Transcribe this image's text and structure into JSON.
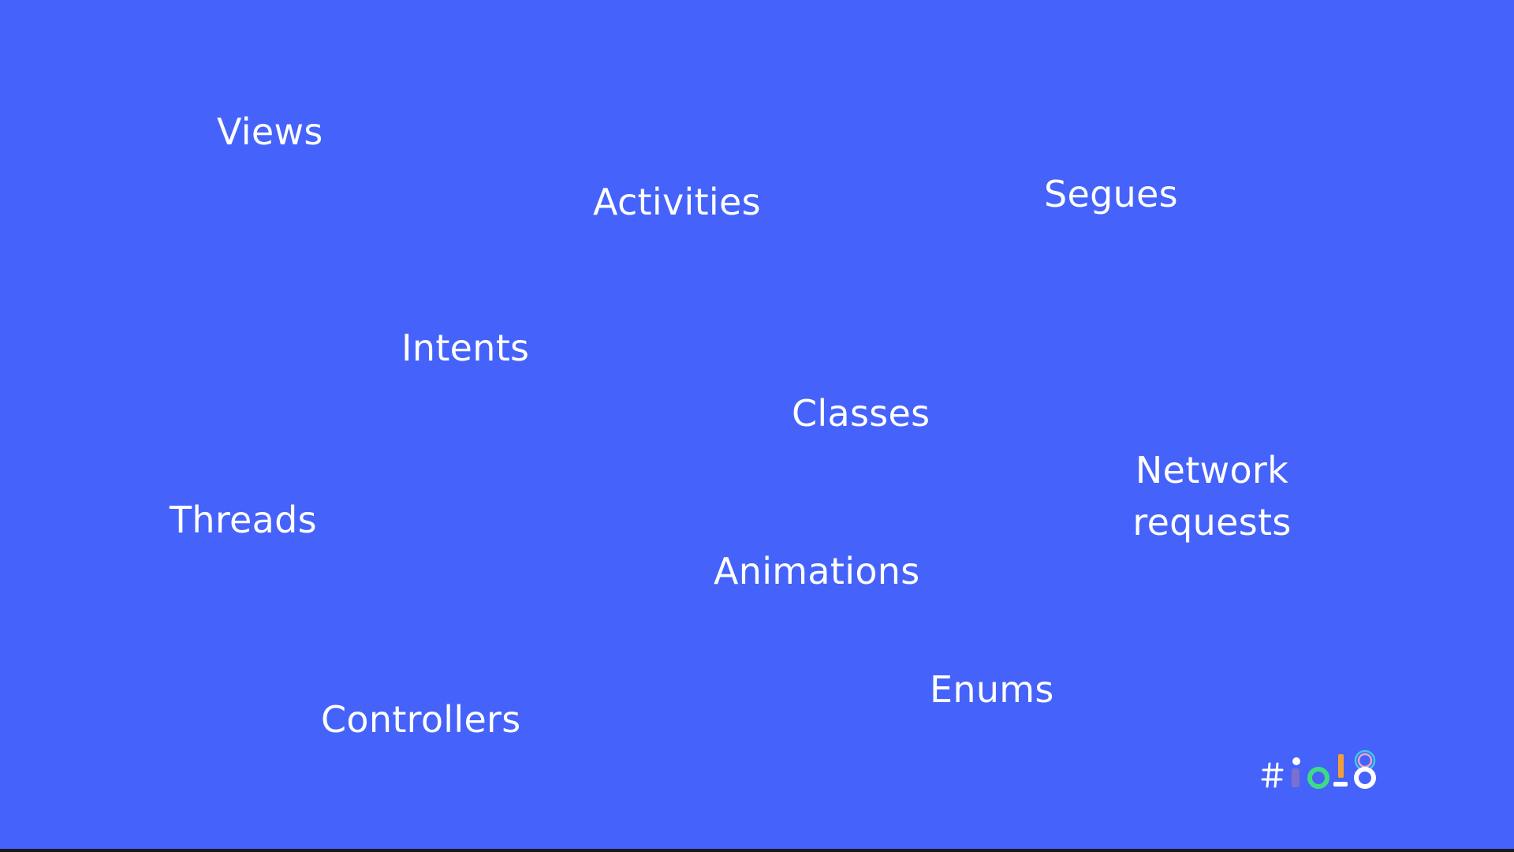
{
  "slide": {
    "terms": {
      "views": "Views",
      "activities": "Activities",
      "segues": "Segues",
      "intents": "Intents",
      "classes": "Classes",
      "network_line1": "Network",
      "network_line2": "requests",
      "threads": "Threads",
      "animations": "Animations",
      "enums": "Enums",
      "controllers": "Controllers"
    },
    "logo": {
      "text": "#io18",
      "icon": "google-io-18-logo"
    },
    "colors": {
      "background": "#4563fa",
      "text": "#ffffff"
    }
  }
}
